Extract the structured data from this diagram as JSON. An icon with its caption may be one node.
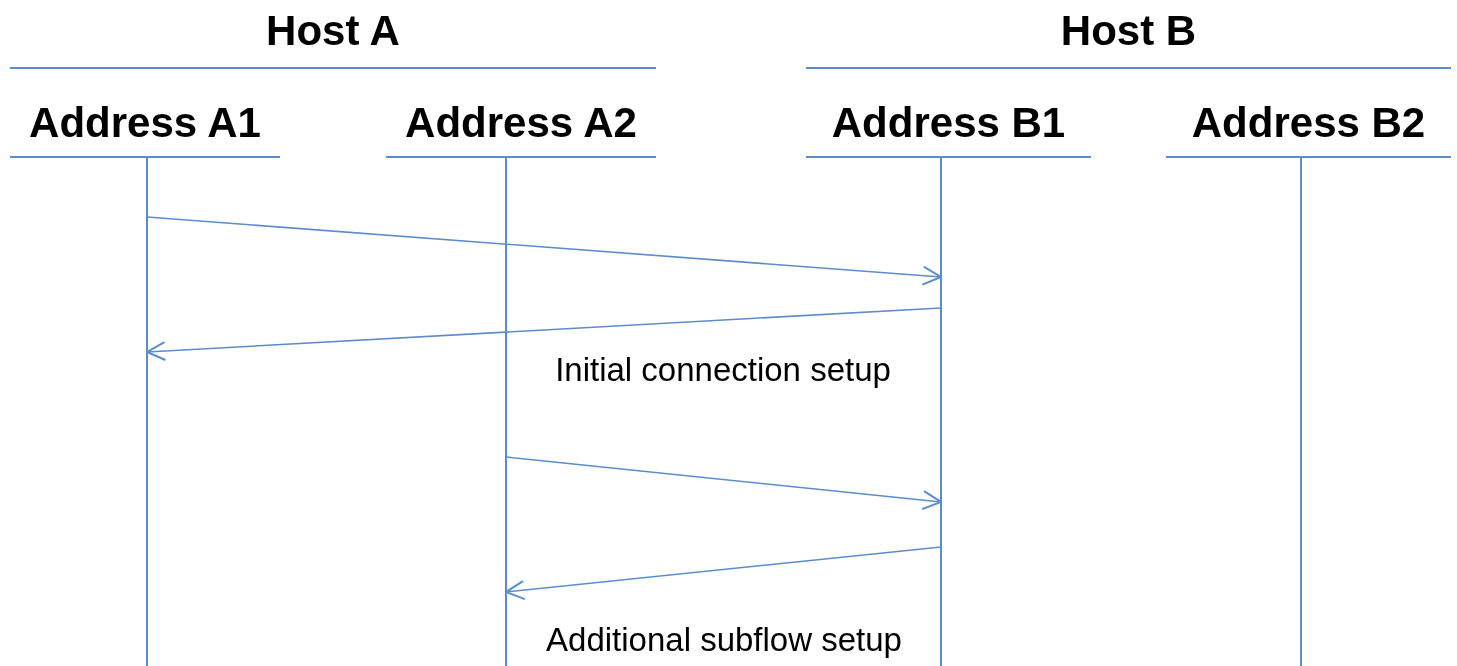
{
  "diagram": {
    "nodes": [
      {
        "text": [
          "Host A"
        ]
      },
      {
        "text": [
          "Host B"
        ]
      },
      {
        "text": [
          "Address A1"
        ],
        "in": 0
      },
      {
        "text": [
          "Address A2"
        ],
        "in": 0
      },
      {
        "text": [
          "Address B1"
        ],
        "in": 1
      },
      {
        "text": [
          "Address B2"
        ],
        "in": 1
      }
    ],
    "edges": [
      {
        "from": 2,
        "to": 4,
        "arrow": "to"
      },
      {
        "from": 4,
        "to": 2,
        "arrow": "to"
      },
      {
        "from": 3,
        "to": 4,
        "arrow": "to"
      },
      {
        "from": 4,
        "to": 3,
        "arrow": "to"
      }
    ],
    "labels": [
      "Initial connection setup",
      "Additional subflow setup"
    ]
  }
}
